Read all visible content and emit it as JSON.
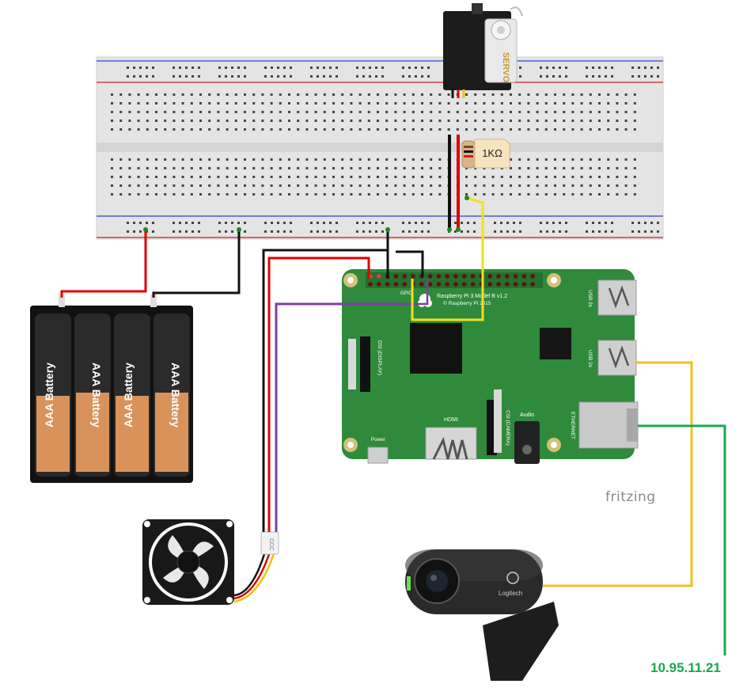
{
  "watermark": "fritzing",
  "network": {
    "ip_address": "10.95.11.21"
  },
  "servo": {
    "label": "SERVO"
  },
  "resistor": {
    "label": "1KΩ"
  },
  "battery": {
    "cell_label": "AAA Battery",
    "cell_count": 4
  },
  "raspberry_pi": {
    "model_line1": "Raspberry Pi 3 Model B v1.2",
    "model_line2": "© Raspberry Pi 2015",
    "gpio_label": "GPIO",
    "dsi_label": "DSI (DISPLAY)",
    "csi_label": "CSI (CAMERA)",
    "hdmi_label": "HDMI",
    "audio_label": "Audio",
    "power_label": "Power",
    "usb_label_top": "USB 2x",
    "usb_label_bottom": "USB 2x",
    "ethernet_label": "ETHERNET"
  },
  "fan": {
    "connector_label": "CCC"
  },
  "webcam": {
    "brand": "Logitech"
  },
  "colors": {
    "wire_red": "#e00000",
    "wire_black": "#111111",
    "wire_yellow": "#f2c200",
    "wire_purple": "#7b3fa0",
    "wire_green": "#1aa84a",
    "wire_cam_yellow": "#f0c020",
    "pcb_green": "#2f8a3c",
    "breadboard": "#e2e2e2"
  }
}
